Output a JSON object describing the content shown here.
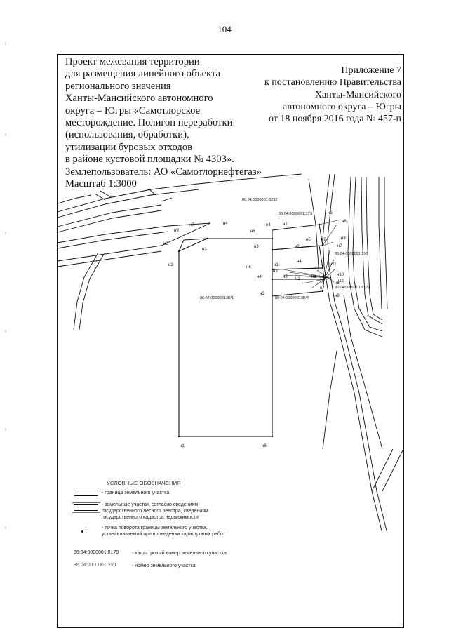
{
  "page": {
    "number": "104"
  },
  "title_block": {
    "lines": [
      "Проект межевания территории",
      "для размещения линейного объекта",
      "регионального значения",
      "Ханты-Мансийского автономного",
      "округа – Югры «Самотлорское",
      "месторождение. Полигон  переработки",
      "(использования, обработки),",
      "утилизации буровых отходов",
      "в районе кустовой площадки № 4303».",
      "Землепользователь: АО «Самотлорнефтегаз»",
      "Масштаб 1:3000"
    ]
  },
  "appendix": {
    "lines": [
      "Приложение 7",
      "к постановлению Правительства",
      "Ханты-Мансийского",
      "автономного округа – Югры",
      "от 18 ноября 2016 года № 457-п"
    ]
  },
  "map": {
    "cadastral_labels": {
      "top": "86:04:0000001:6292",
      "zu3": "86:04:0000001:ЗУ3",
      "zu2": "86:04:0000001:ЗУ2",
      "zu1": "86:04:0000001:ЗУ1",
      "zu4": "86:04:0000001:ЗУ4",
      "k8179": "86:04:0000001:8179"
    },
    "point_labels": {
      "main_n9": "н9",
      "main_n7": "н7",
      "main_n8": "н8",
      "main_n4": "н4",
      "main_n3": "н3",
      "main_n2": "н2",
      "main_n1": "н1",
      "main_n6": "н6",
      "main_n5": "н5",
      "zu3_n4": "н4",
      "zu3_n1": "н1",
      "zu3_n5": "н5",
      "zu3_n3": "н3",
      "zu3_n2": "н2",
      "zu3_n6": "н6",
      "zu3_n8": "н8",
      "zu3_n5b": "н5",
      "zu2_n9": "н9",
      "zu2_n7": "н7",
      "zu2_n6": "н6",
      "zu2_n1": "н1",
      "zu2_n4": "н4",
      "zu2_n11": "н11",
      "zu2_n10": "н10",
      "zu2_n3": "н3",
      "zu2_n12": "н12",
      "zu4_n4": "н4",
      "zu4_n5": "н5",
      "zu4_n2": "н2",
      "zu4_n3": "н3",
      "zu4_n7": "н7",
      "zu4_n6": "н6",
      "zu4_n8": "н8",
      "zu4_n1": "н1"
    }
  },
  "legend": {
    "heading": "УСЛОВНЫЕ ОБОЗНАЧЕНИЯ",
    "boundary_text": "- граница земельного участка",
    "forest_text": [
      "- земельные участки, согласно сведениям",
      "государственного лесного реестра, сведениям",
      "государственного кадастра недвижимости"
    ],
    "point_number": "1",
    "point_text": [
      "- точка поворота границы земельного участка,",
      "устанавливаемой при проведении кадастровых работ"
    ],
    "cadastral_sample": "86:04:0000001:8179",
    "cadastral_text": "- кадастровый номер земельного участка",
    "parcel_sample": "86:04:0000001:ЗУ1",
    "parcel_text": "- номер земельного участка"
  }
}
